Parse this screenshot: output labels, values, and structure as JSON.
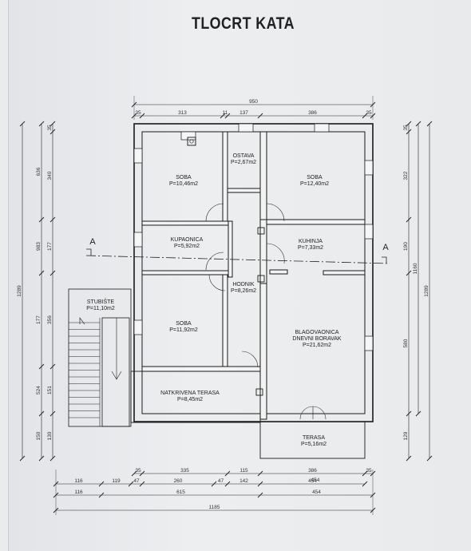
{
  "title": "TLOCRT KATA",
  "section_marker": "A",
  "rooms": [
    {
      "name": "SOBA",
      "area": "P=10,46m2"
    },
    {
      "name": "OSTAVA",
      "area": "P=2,67m2"
    },
    {
      "name": "SOBA",
      "area": "P=12,40m2"
    },
    {
      "name": "KUPAONICA",
      "area": "P=5,92m2"
    },
    {
      "name": "KUHINJA",
      "area": "P=7,33m2"
    },
    {
      "name": "HODNIK",
      "area": "P=8,26m2"
    },
    {
      "name": "STUBIŠTE",
      "area": "P=11,10m2"
    },
    {
      "name": "SOBA",
      "area": "P=11,92m2"
    },
    {
      "name": "BLAGOVAONICA\nDNEVNI BORAVAK",
      "area": "P=21,62m2"
    },
    {
      "name": "NATKRIVENA TERASA",
      "area": "P=8,45m2"
    },
    {
      "name": "TERASA",
      "area": "P=5,16m2"
    }
  ],
  "dimensions": {
    "top_total": "950",
    "top_chain": [
      "35",
      "313",
      "11",
      "137",
      "386",
      "35"
    ],
    "bottom_chain_1": [
      "35",
      "335",
      "115",
      "386",
      "35"
    ],
    "bottom_chain_2": [
      "116",
      "119",
      "47",
      "260",
      "47",
      "142",
      "454"
    ],
    "bottom_chain_3": [
      "116",
      "615",
      "454"
    ],
    "bottom_total": "1185",
    "left_chain_1": [
      "35",
      "340",
      "177",
      "356",
      "151",
      "130"
    ],
    "left_chain_2": [
      "636",
      "983",
      "177",
      "524",
      "150"
    ],
    "left_total": "1289",
    "right_chain_1": [
      "35",
      "322",
      "190",
      "580",
      "129"
    ],
    "right_chain_2": [
      "1160"
    ],
    "right_total": "1289"
  }
}
